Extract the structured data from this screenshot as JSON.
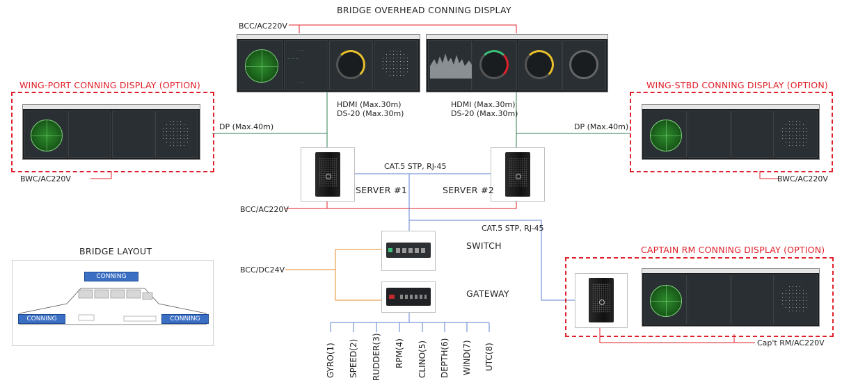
{
  "title": "BRIDGE OVERHEAD CONNING DISPLAY",
  "power_labels": {
    "bcc_top": "BCC/AC220V",
    "bcc_mid": "BCC/AC220V",
    "bwc_left": "BWC/AC220V",
    "bwc_right": "BWC/AC220V",
    "bcc_dc": "BCC/DC24V",
    "captain_power": "Cap't RM/AC220V"
  },
  "link_labels": {
    "hdmi_left": "HDMI (Max.30m)",
    "ds_left": "DS-20 (Max.30m)",
    "hdmi_right": "HDMI (Max.30m)",
    "ds_right": "DS-20 (Max.30m)",
    "dp_left": "DP (Max.40m)",
    "dp_right": "DP (Max.40m)",
    "cat5_top": "CAT.5 STP, RJ-45",
    "cat5_bottom": "CAT.5 STP, RJ-45"
  },
  "option_titles": {
    "wing_port": "WING-PORT CONNING DISPLAY (OPTION)",
    "wing_stbd": "WING-STBD CONNING DISPLAY (OPTION)",
    "captain": "CAPTAIN RM CONNING DISPLAY (OPTION)"
  },
  "nodes": {
    "server1": "SERVER #1",
    "server2": "SERVER #2",
    "switch": "SWITCH",
    "gateway": "GATEWAY"
  },
  "bridge_layout": {
    "title": "BRIDGE LAYOUT",
    "conning_top": "CONNING",
    "conning_left": "CONNING",
    "conning_right": "CONNING"
  },
  "sensors": [
    "GYRO(1)",
    "SPEED(2)",
    "RUDDER(3)",
    "RPM(4)",
    "CLINO(5)",
    "DEPTH(6)",
    "WIND(7)",
    "UTC(8)"
  ],
  "colors": {
    "red": "#e0202a",
    "green_line": "#2e7d4f",
    "blue_line": "#5b7fd1",
    "orange_line": "#e88a2a"
  }
}
